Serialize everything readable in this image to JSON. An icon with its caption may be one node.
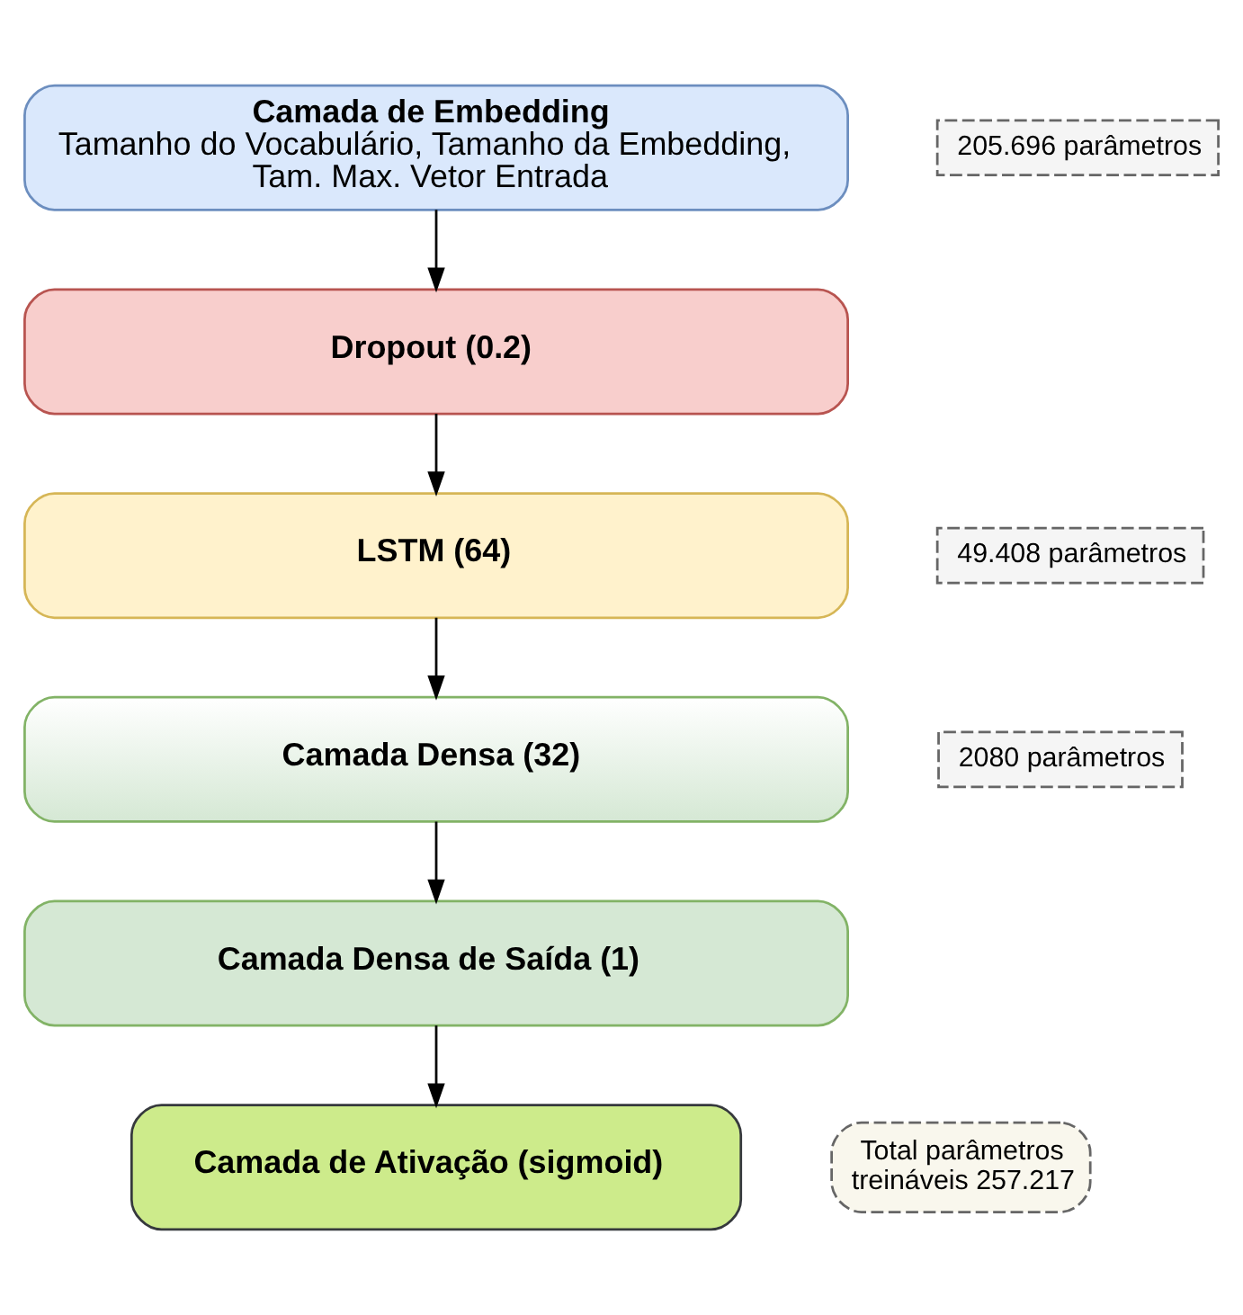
{
  "diagram": {
    "nodes": [
      {
        "text": [
          "Camada de Embedding",
          "Tamanho do Vocabulário, Tamanho da Embedding, Tam. Max. Vetor Entrada"
        ]
      },
      {
        "text": [
          "205.696 parâmetros"
        ]
      },
      {
        "text": [
          "Dropout (0.2)"
        ]
      },
      {
        "text": [
          "LSTM (64)"
        ]
      },
      {
        "text": [
          "49.408 parâmetros"
        ]
      },
      {
        "text": [
          "Camada Densa (32)"
        ]
      },
      {
        "text": [
          "2080 parâmetros"
        ]
      },
      {
        "text": [
          "Camada Densa de Saída (1)"
        ]
      },
      {
        "text": [
          "Camada de Ativação (sigmoid)"
        ]
      },
      {
        "text": [
          "Total parâmetros treináveis 257.217"
        ]
      }
    ],
    "edges": [
      {
        "from": 0,
        "to": 2,
        "arrow": "to"
      },
      {
        "from": 2,
        "to": 3,
        "arrow": "to"
      },
      {
        "from": 3,
        "to": 5,
        "arrow": "to"
      },
      {
        "from": 5,
        "to": 7,
        "arrow": "to"
      },
      {
        "from": 7,
        "to": 8,
        "arrow": "to"
      }
    ]
  }
}
